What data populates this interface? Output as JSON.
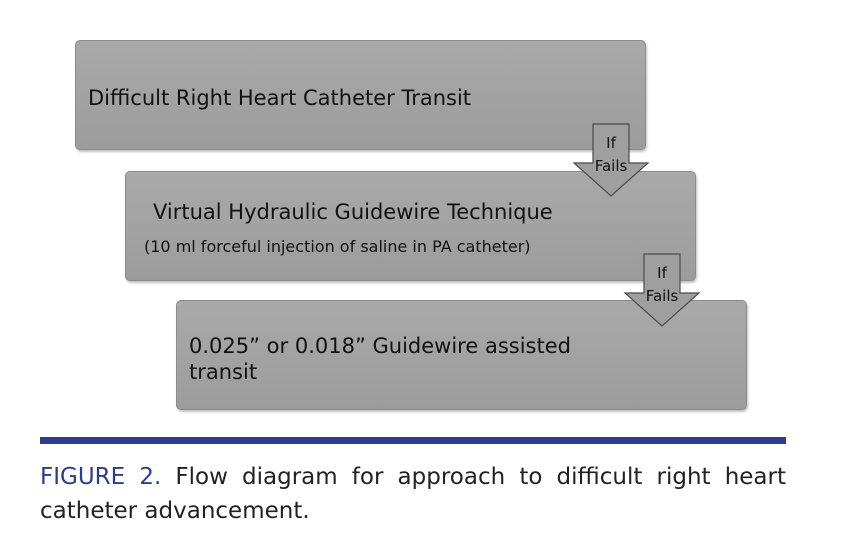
{
  "diagram": {
    "steps": [
      {
        "label": "Difficult Right Heart Catheter Transit"
      },
      {
        "label": "Virtual Hydraulic Guidewire Technique",
        "sublabel": "(10 ml forceful injection of saline in PA catheter)"
      },
      {
        "label": "0.025” or 0.018” Guidewire assisted transit"
      }
    ],
    "connectors": [
      {
        "line1": "If",
        "line2": "Fails"
      },
      {
        "line1": "If",
        "line2": "Fails"
      }
    ],
    "colors": {
      "box": "#a3a3a3",
      "arrow": "#9f9f9f",
      "accent": "#2e3c8e"
    }
  },
  "caption": {
    "lead": "FIGURE 2.",
    "text": " Flow diagram for approach to difficult right heart catheter advancement."
  }
}
